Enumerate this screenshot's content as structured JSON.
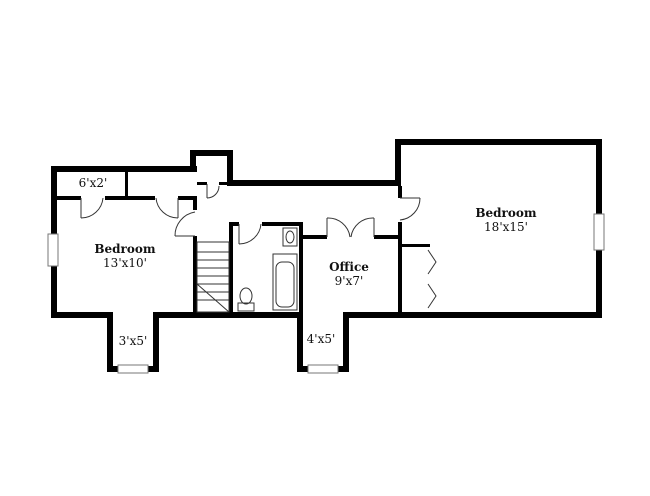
{
  "rooms": {
    "bedroom_left": {
      "name": "Bedroom",
      "dims": "13'x10'"
    },
    "closet_left": {
      "dims": "6'x2'"
    },
    "nook_left": {
      "dims": "3'x5'"
    },
    "office": {
      "name": "Office",
      "dims": "9'x7'"
    },
    "nook_office": {
      "dims": "4'x5'"
    },
    "bedroom_right": {
      "name": "Bedroom",
      "dims": "18'x15'"
    }
  },
  "colors": {
    "wall": "#000000",
    "background": "#ffffff",
    "fixture": "#333333"
  }
}
